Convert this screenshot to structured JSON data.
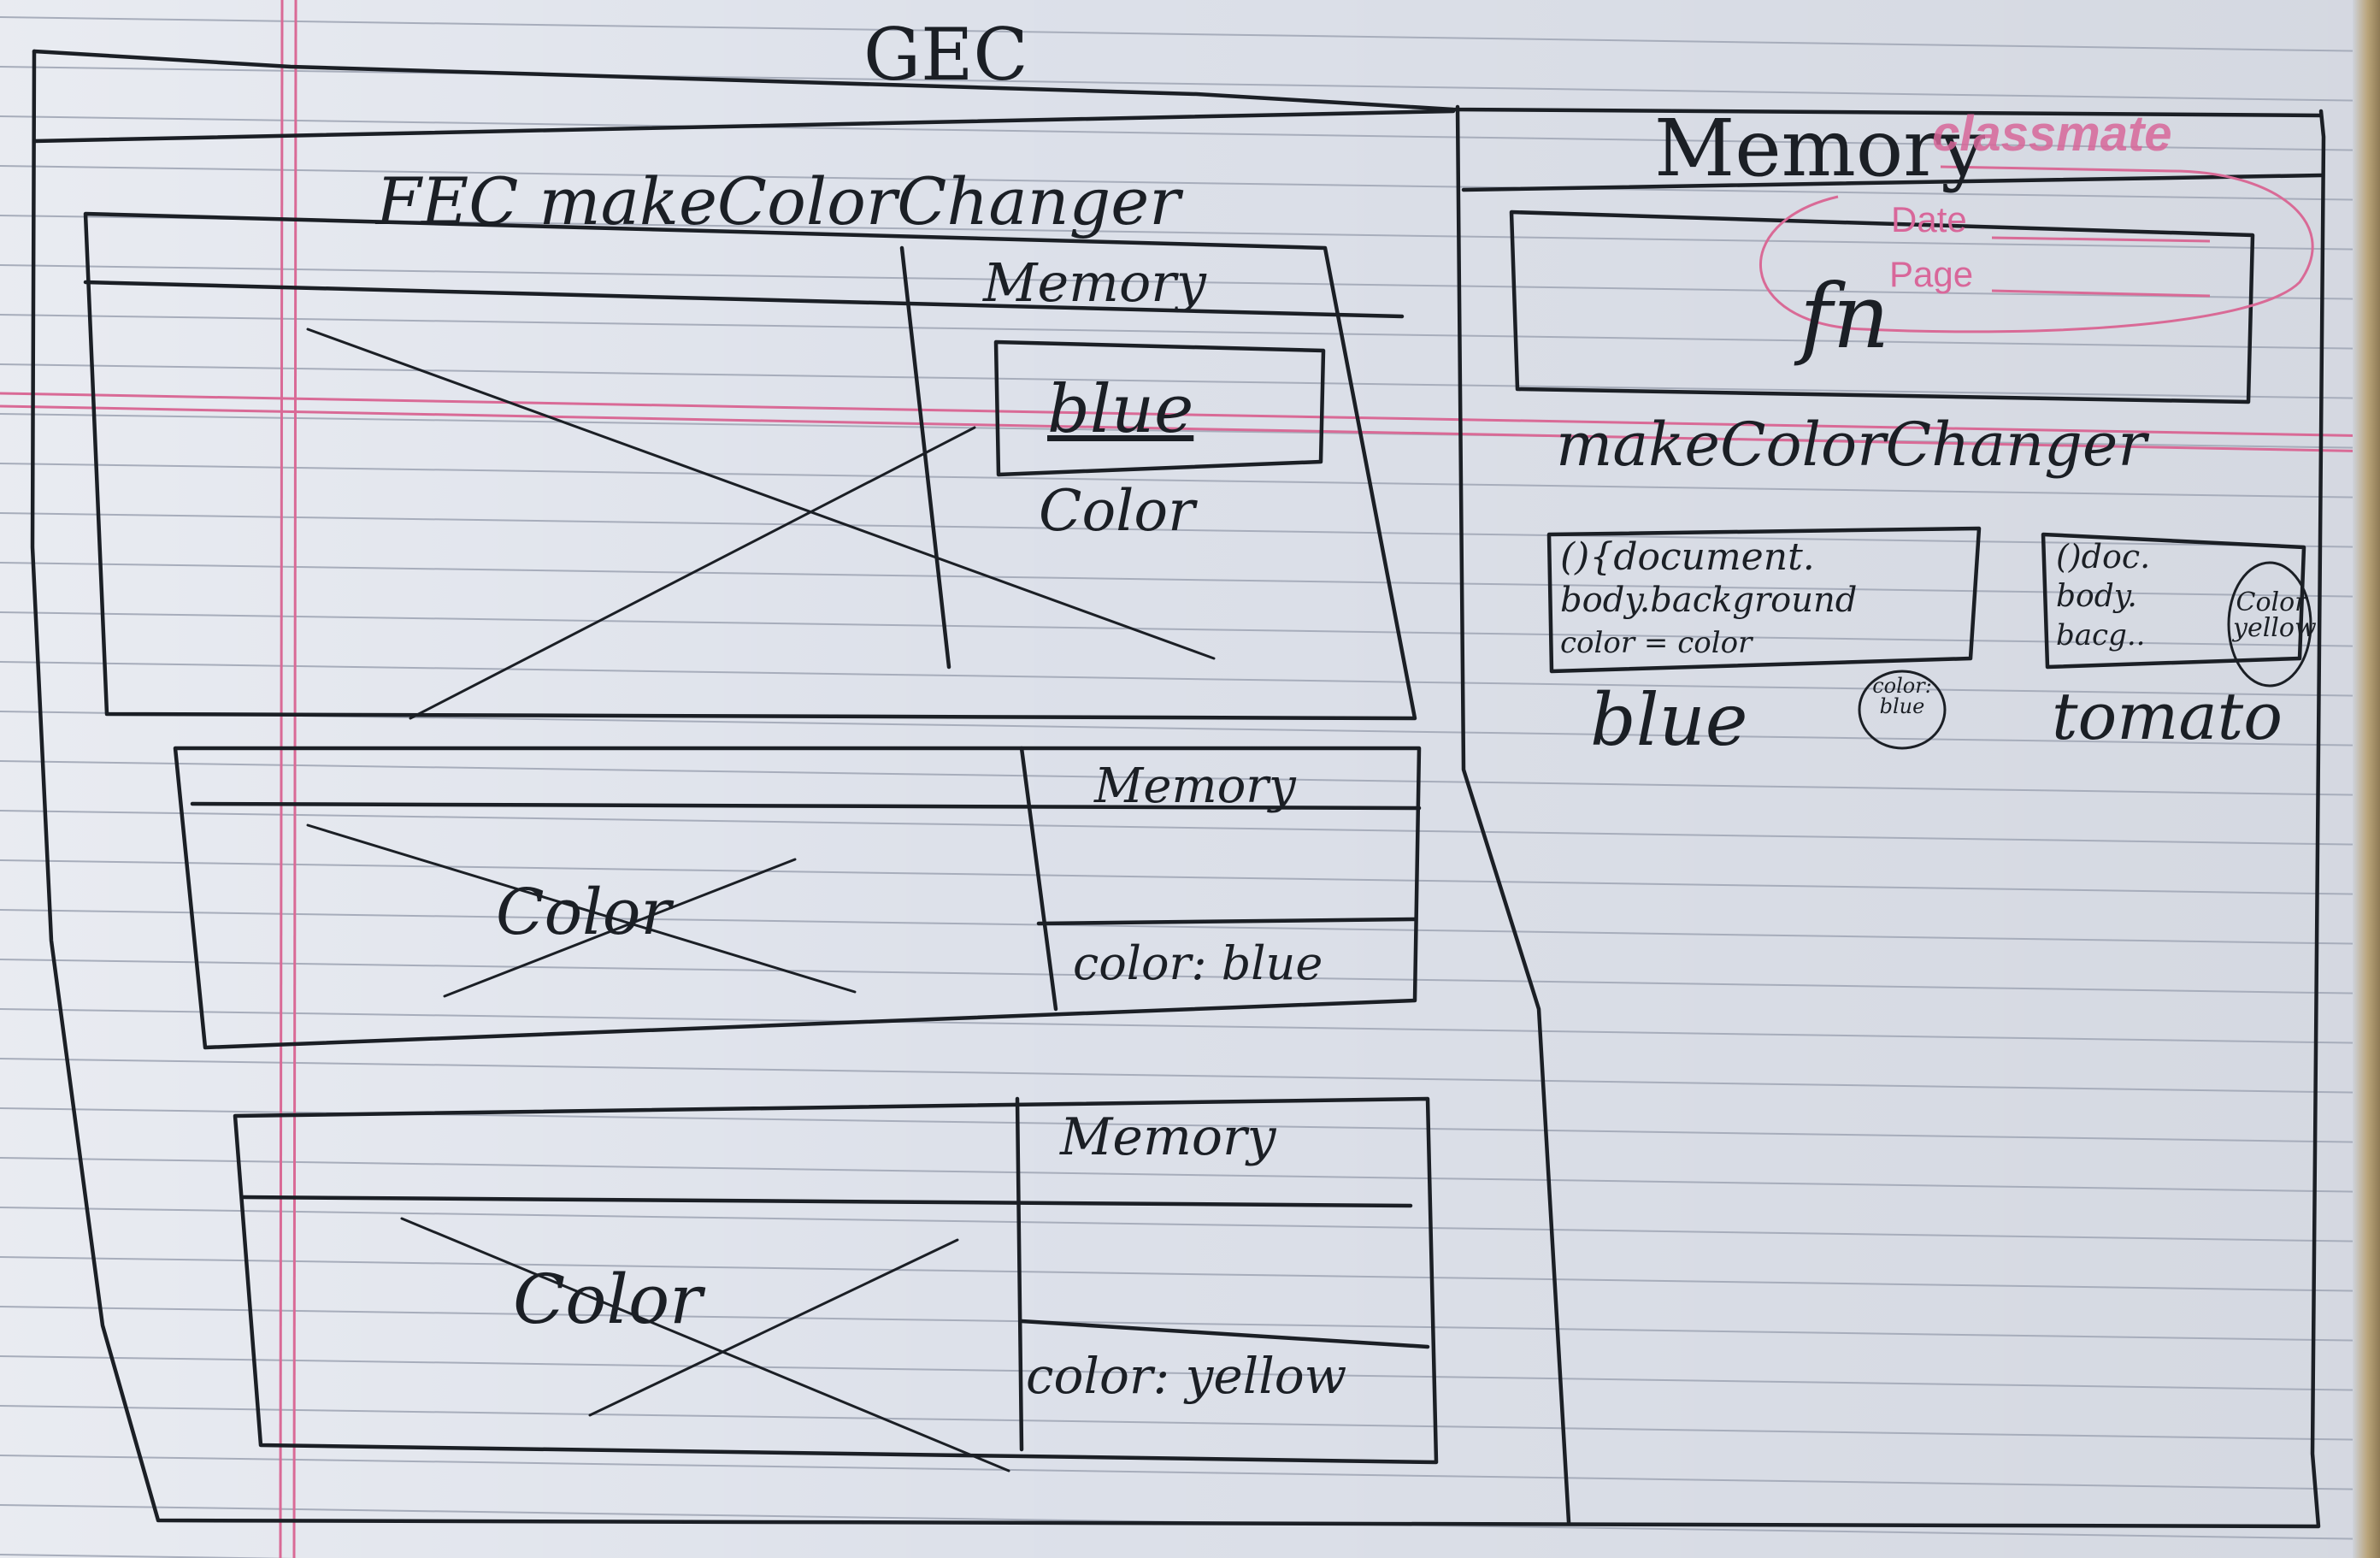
{
  "title": "GEC",
  "fec_frame": {
    "label": "FEC makeColorChanger",
    "memory_label": "Memory",
    "memory_value": "blue",
    "memory_caption": "Color"
  },
  "child_frames": [
    {
      "crossed_label": "Color",
      "memory_label": "Memory",
      "memory_value": "color: blue"
    },
    {
      "crossed_label": "Color",
      "memory_label": "Memory",
      "memory_value": "color: yellow"
    }
  ],
  "global_memory": {
    "label": "Memory",
    "fn_box_text": "fn",
    "fn_caption": "makeColorChanger",
    "closures": [
      {
        "code": [
          "(){document.",
          "body.background",
          "color = color"
        ],
        "circled": "color: blue",
        "caption": "blue"
      },
      {
        "code": [
          "()doc.",
          "body.",
          "bacg.."
        ],
        "circled": "Color yellow",
        "caption": "tomato"
      }
    ]
  },
  "stamp": {
    "brand": "classmate",
    "date_label": "Date",
    "page_label": "Page"
  },
  "colors": {
    "ink": "#1b1f25",
    "paper": "#dde1ea",
    "margin_line": "#d96a96",
    "ruled_line": "#a7adbb"
  }
}
